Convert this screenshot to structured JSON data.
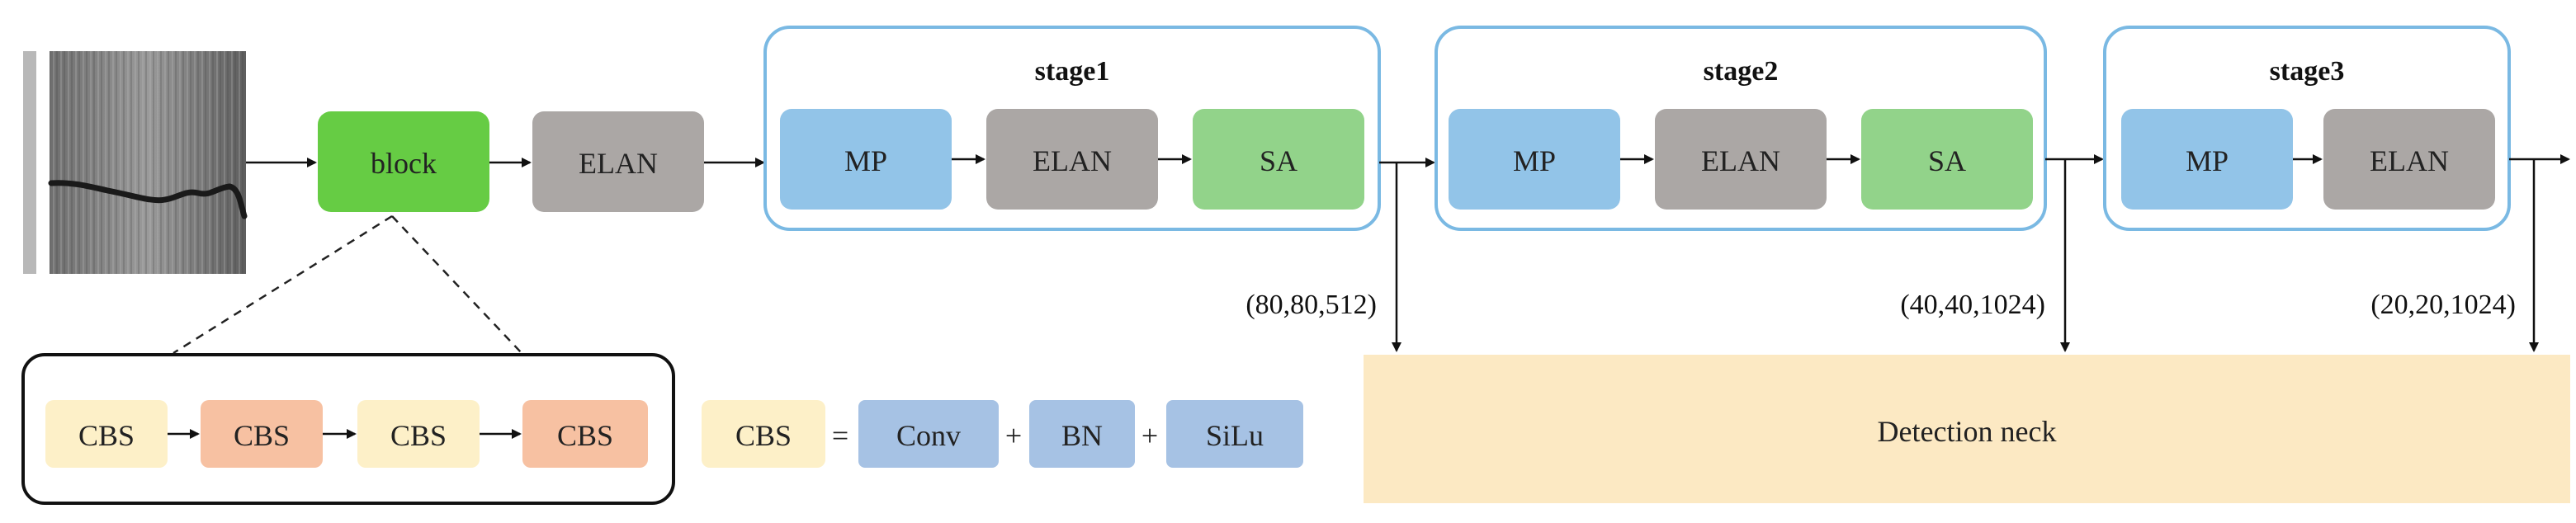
{
  "colors": {
    "block": "#66cc44",
    "elan": "#aba7a5",
    "mp": "#92c4e8",
    "sa": "#92d38a",
    "cbs_light": "#fdf0c8",
    "cbs_orange": "#f7c1a2",
    "conv": "#a6c2e4",
    "stage_border": "#7ab9e3",
    "neck": "#fce9c3"
  },
  "input_image": {
    "icon": "crack-image-icon"
  },
  "backbone": {
    "block_label": "block",
    "elan_label": "ELAN",
    "stages": [
      {
        "title": "stage1",
        "boxes": [
          "MP",
          "ELAN",
          "SA"
        ],
        "output": "(80,80,512)"
      },
      {
        "title": "stage2",
        "boxes": [
          "MP",
          "ELAN",
          "SA"
        ],
        "output": "(40,40,1024)"
      },
      {
        "title": "stage3",
        "boxes": [
          "MP",
          "ELAN"
        ],
        "output": "(20,20,1024)"
      }
    ]
  },
  "block_detail": {
    "cbs": [
      "CBS",
      "CBS",
      "CBS",
      "CBS"
    ]
  },
  "cbs_definition": {
    "lhs": "CBS",
    "equals": "=",
    "terms": [
      "Conv",
      "BN",
      "SiLu"
    ],
    "ops": [
      "+",
      "+"
    ]
  },
  "neck": {
    "label": "Detection neck"
  }
}
